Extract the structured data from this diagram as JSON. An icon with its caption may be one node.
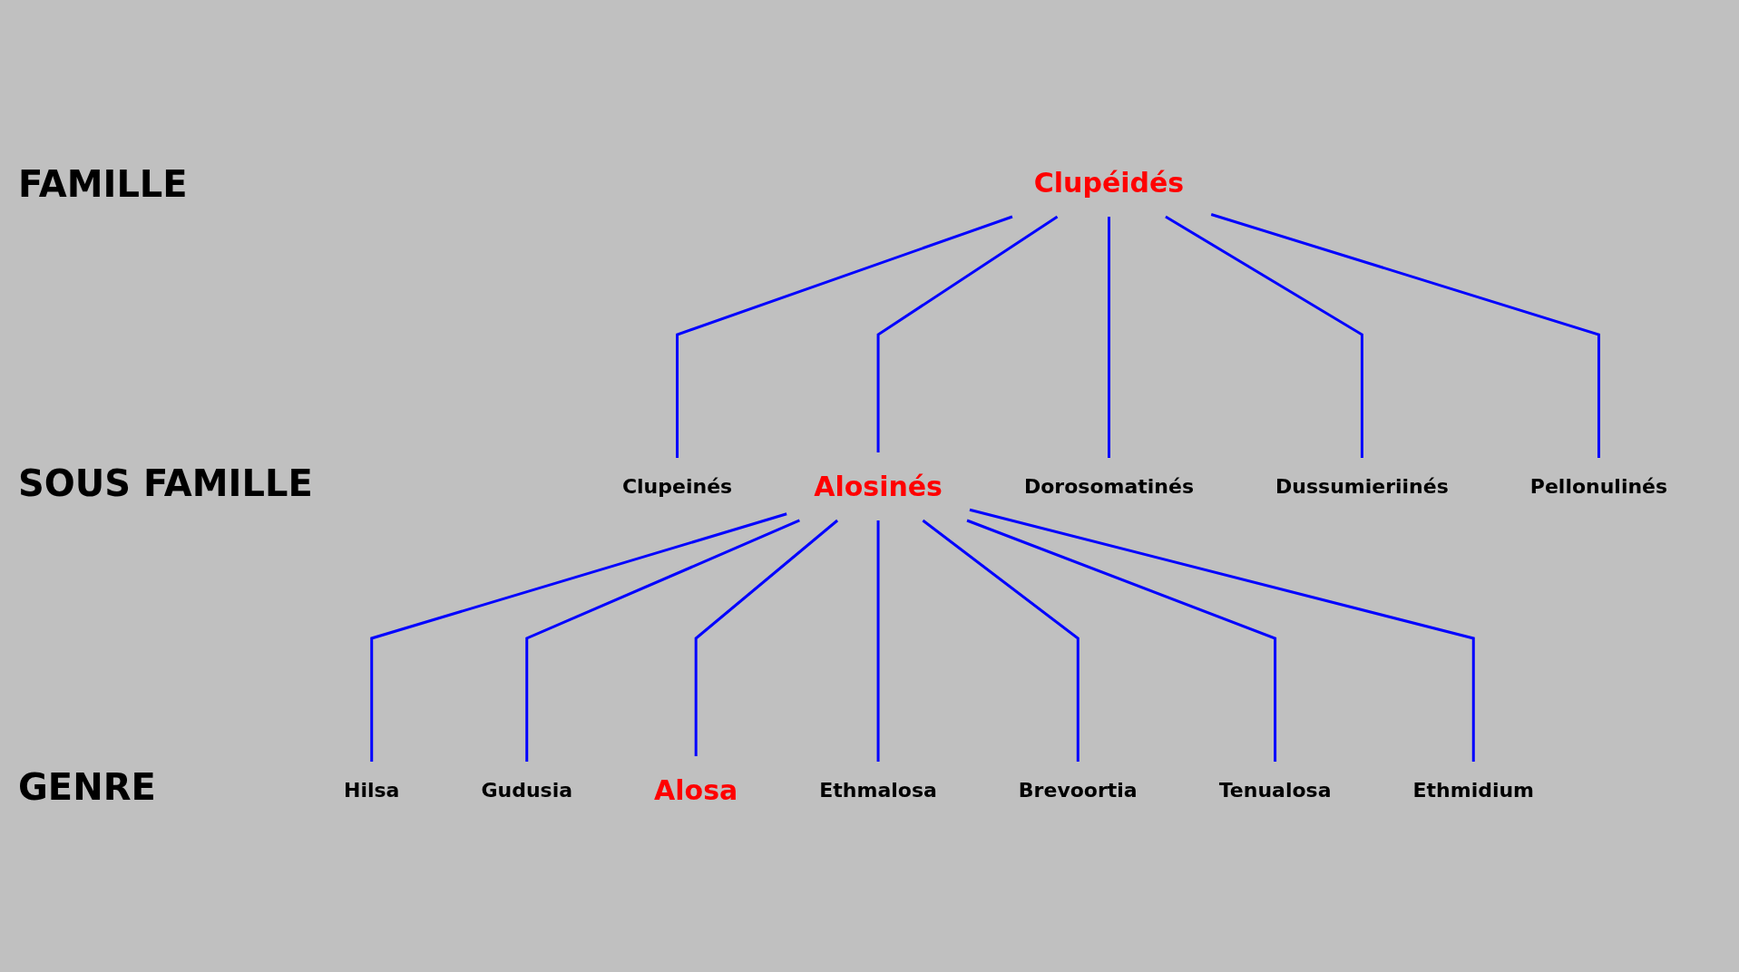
{
  "diagram": {
    "nodes": [
      {
        "text": [
          "Clupéidés"
        ]
      },
      {
        "text": [
          "Clupeinés"
        ]
      },
      {
        "text": [
          "Alosinés"
        ]
      },
      {
        "text": [
          "Dorosomatinés"
        ]
      },
      {
        "text": [
          "Dussumieriinés"
        ]
      },
      {
        "text": [
          "Pellonulinés"
        ]
      },
      {
        "text": [
          "Hilsa"
        ]
      },
      {
        "text": [
          "Gudusia"
        ]
      },
      {
        "text": [
          "Alosa"
        ]
      },
      {
        "text": [
          "Ethmalosa"
        ]
      },
      {
        "text": [
          "Brevoortia"
        ]
      },
      {
        "text": [
          "Tenualosa"
        ]
      },
      {
        "text": [
          "Ethmidium"
        ]
      }
    ],
    "edges": [
      {
        "from": 0,
        "to": 1,
        "arrow": "none",
        "color": "#0000ff"
      },
      {
        "from": 0,
        "to": 2,
        "arrow": "none",
        "color": "#0000ff"
      },
      {
        "from": 0,
        "to": 3,
        "arrow": "none",
        "color": "#0000ff"
      },
      {
        "from": 0,
        "to": 4,
        "arrow": "none",
        "color": "#0000ff"
      },
      {
        "from": 0,
        "to": 5,
        "arrow": "none",
        "color": "#0000ff"
      },
      {
        "from": 2,
        "to": 6,
        "arrow": "none",
        "color": "#0000ff"
      },
      {
        "from": 2,
        "to": 7,
        "arrow": "none",
        "color": "#0000ff"
      },
      {
        "from": 2,
        "to": 8,
        "arrow": "none",
        "color": "#0000ff"
      },
      {
        "from": 2,
        "to": 9,
        "arrow": "none",
        "color": "#0000ff"
      },
      {
        "from": 2,
        "to": 10,
        "arrow": "none",
        "color": "#0000ff"
      },
      {
        "from": 2,
        "to": 11,
        "arrow": "none",
        "color": "#0000ff"
      },
      {
        "from": 2,
        "to": 12,
        "arrow": "none",
        "color": "#0000ff"
      }
    ],
    "labels": [
      "FAMILLE",
      "SOUS FAMILLE",
      "GENRE"
    ]
  }
}
